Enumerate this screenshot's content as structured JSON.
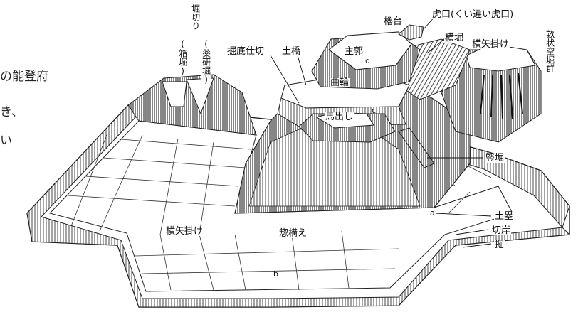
{
  "labels": {
    "yagura_dai": "櫓台",
    "koguchi": "虎口(くい違い虎口)",
    "yokobori": "横堀",
    "yokoya_gake_top": "横矢掛け",
    "unejo_karabori": "畝状空堀群",
    "horikiri": "堀切り",
    "yagen_bori": "(薬研堀)",
    "hako_bori": "(箱堀)",
    "horizoko_shikiri": "掘底仕切",
    "dobashi": "土橋",
    "shukuruwa": "主郭",
    "kuruwa": "曲輪",
    "umadashi": "馬出し",
    "tatebori": "竪堀",
    "yokoya_gake_bottom": "横矢掛け",
    "sogamae": "惣構え",
    "dorui": "土塁",
    "kirigishi": "切岸",
    "hori": "掘",
    "mark_a": "a",
    "mark_b": "b",
    "mark_c": "c",
    "mark_d": "d"
  },
  "edge_text": {
    "line1": "の能登府",
    "line2": "き、",
    "line3": "い"
  }
}
